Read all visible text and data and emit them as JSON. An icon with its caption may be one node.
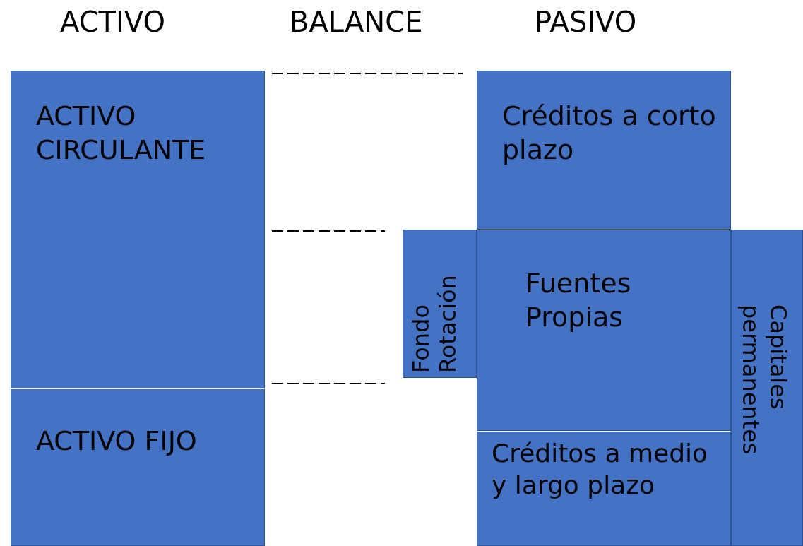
{
  "diagram": {
    "nodes": [
      {
        "text": [
          "ACTIVO CIRCULANTE"
        ]
      },
      {
        "text": [
          "ACTIVO FIJO"
        ]
      },
      {
        "text": [
          "Créditos a corto plazo"
        ]
      },
      {
        "text": [
          "Fondo Rotación"
        ]
      },
      {
        "text": [
          "Fuentes Propias"
        ]
      },
      {
        "text": [
          "Créditos a medio y largo plazo"
        ]
      },
      {
        "text": [
          "Capitales permanentes"
        ]
      }
    ],
    "labels": [
      "ACTIVO",
      "BALANCE",
      "PASIVO"
    ]
  }
}
